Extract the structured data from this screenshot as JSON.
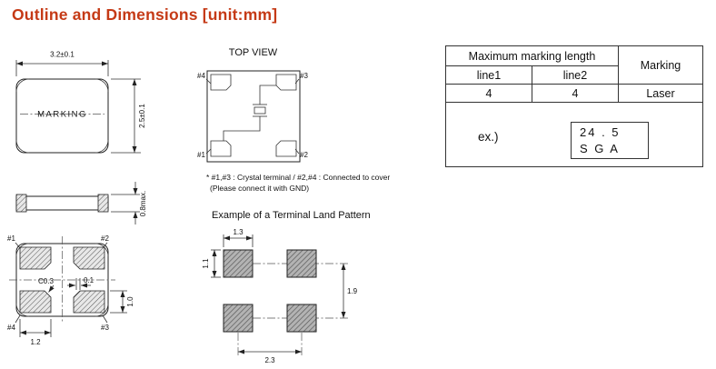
{
  "title": "Outline and Dimensions [unit:mm]",
  "colors": {
    "accent_title": "#c53a16",
    "drawing_line": "#222222"
  },
  "outline": {
    "marking_label": "MARKING",
    "dim_width": "3.2±0.1",
    "dim_height": "2.5±0.1",
    "dim_thickness": "0.8max.",
    "bottom_view": {
      "pad1": "#1",
      "pad2": "#2",
      "pad3": "#3",
      "pad4": "#4",
      "dim_chamfer": "C0.3",
      "dim_offset": "0.1",
      "dim_pad_height": "1.0",
      "dim_pad_width": "1.2"
    }
  },
  "top_view": {
    "label": "TOP VIEW",
    "pad1": "#1",
    "pad2": "#2",
    "pad3": "#3",
    "pad4": "#4",
    "note_line1": "* #1,#3 : Crystal terminal / #2,#4 : Connected to cover",
    "note_line2": "(Please connect it with GND)"
  },
  "land_pattern": {
    "label": "Example of a Terminal Land Pattern",
    "dim_pad_width": "1.3",
    "dim_pad_height": "1.1",
    "dim_pitch_vertical": "1.9",
    "dim_pitch_horizontal": "2.3"
  },
  "marking_table": {
    "header_length": "Maximum marking length",
    "header_marking": "Marking",
    "subheader_line1": "line1",
    "subheader_line2": "line2",
    "value_line1": "4",
    "value_line2": "4",
    "value_marking": "Laser",
    "example_label": "ex.)",
    "example_marking_line1": "24 . 5",
    "example_marking_line2": "S G A"
  }
}
